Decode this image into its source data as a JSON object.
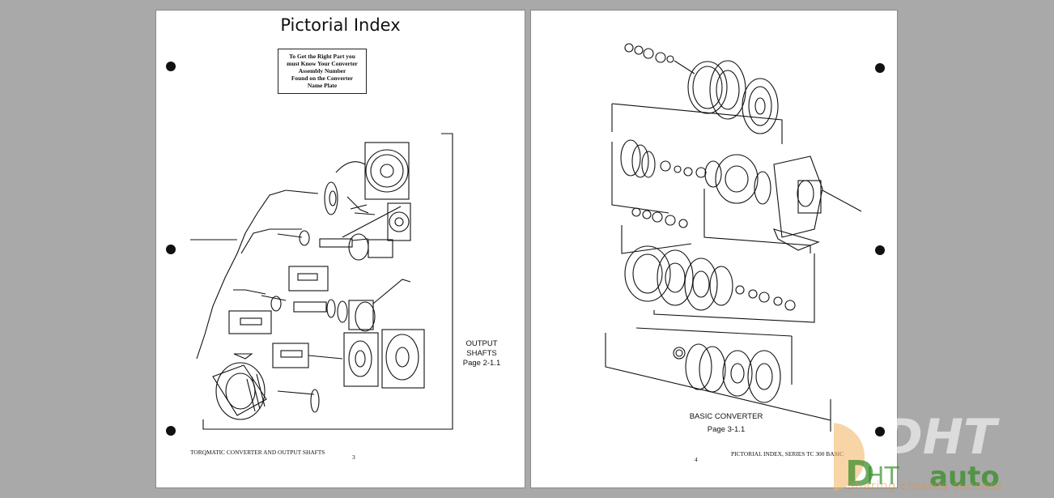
{
  "viewer": {
    "background": "#a9a9a9"
  },
  "left_page": {
    "title": "Pictorial Index",
    "notice_lines": [
      "To Get the Right Part you",
      "must Know Your Converter",
      "Assembly Number",
      "Found on the Converter",
      "Name Plate"
    ],
    "callout": {
      "line1": "OUTPUT",
      "line2": "SHAFTS",
      "line3": "Page 2-1.1"
    },
    "footer_text": "TORQMATIC CONVERTER AND OUTPUT SHAFTS",
    "page_number": "3"
  },
  "right_page": {
    "callout": {
      "line1": "BASIC CONVERTER",
      "line2": "Page 3-1.1"
    },
    "page_number": "4",
    "footer_text": "PICTORIAL INDEX, SERIES TC 300 BASIC"
  },
  "watermark": {
    "logo_text": "DHT",
    "brand_text": "auto",
    "tagline": "Sharing creates success",
    "accent": "#e58b3a",
    "brand_green": "#3d8f2e"
  }
}
